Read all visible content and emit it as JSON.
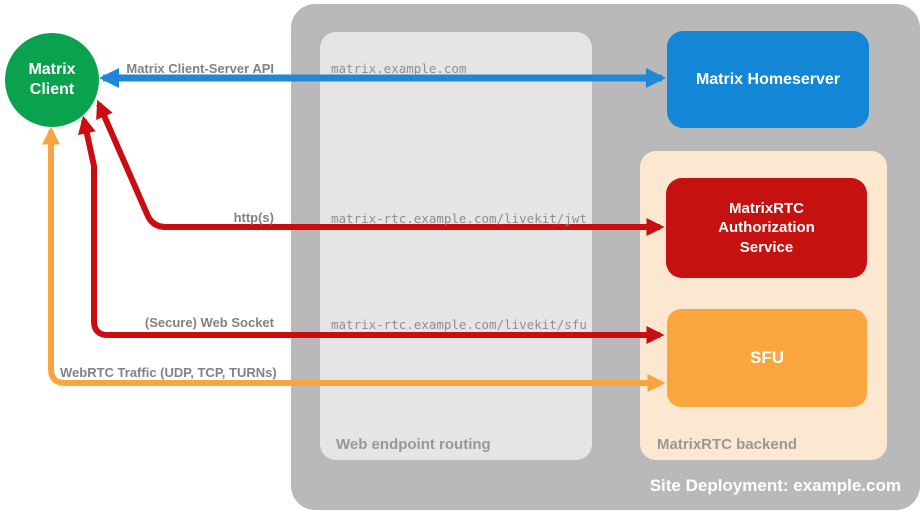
{
  "containers": {
    "site": {
      "label": "Site Deployment: example.com",
      "color": "#b9b9b9"
    },
    "routing": {
      "label": "Web endpoint routing",
      "color": "#e5e5e5"
    },
    "backend": {
      "label": "MatrixRTC backend",
      "color": "#fce8d1"
    }
  },
  "nodes": {
    "client": {
      "label": "Matrix Client",
      "color": "#0ba24f"
    },
    "homeserver": {
      "label": "Matrix Homeserver",
      "color": "#1386d6"
    },
    "auth_service": {
      "label": "MatrixRTC Authorization Service",
      "color": "#c51210"
    },
    "sfu": {
      "label": "SFU",
      "color": "#faa63f"
    }
  },
  "flows": [
    {
      "label": "Matrix Client-Server API",
      "endpoint": "matrix.example.com",
      "color": "#1e87d8",
      "direction": "bidirectional"
    },
    {
      "label": "http(s)",
      "endpoint": "matrix-rtc.example.com/livekit/jwt",
      "color": "#c90d10",
      "direction": "bidirectional"
    },
    {
      "label": "(Secure) Web Socket",
      "endpoint": "matrix-rtc.example.com/livekit/sfu",
      "color": "#c90d10",
      "direction": "bidirectional"
    },
    {
      "label": "WebRTC Traffic (UDP, TCP, TURNs)",
      "endpoint": "",
      "color": "#f7a441",
      "direction": "bidirectional"
    }
  ]
}
